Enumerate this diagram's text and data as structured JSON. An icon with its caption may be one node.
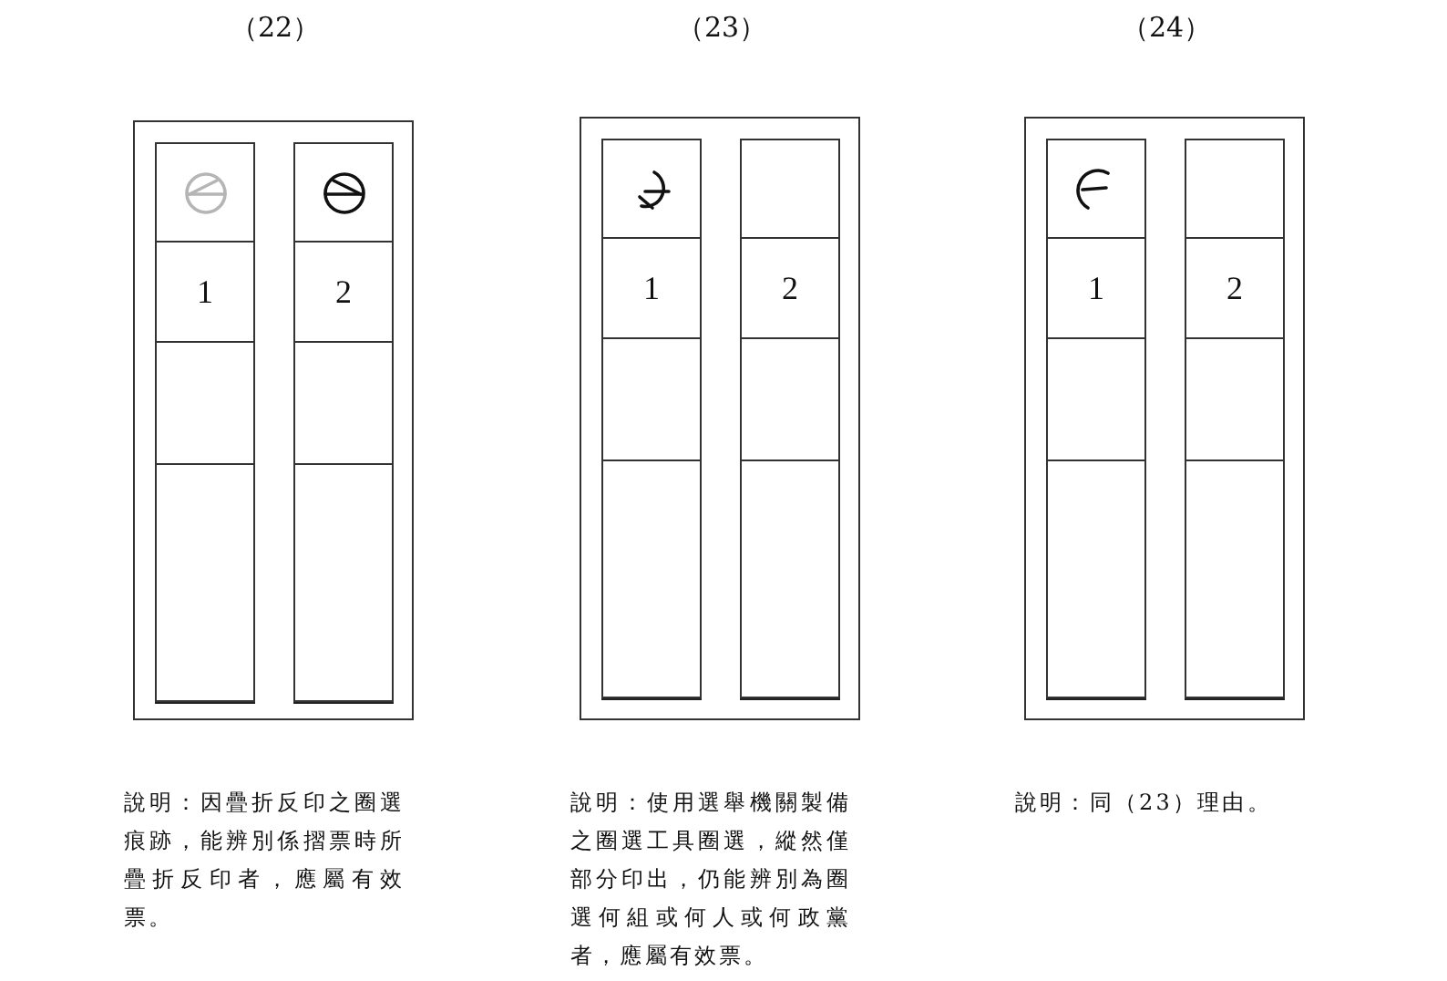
{
  "diagram": {
    "nodes": [
      {
        "text": [
          "（22）"
        ],
        "beside": [
          "說明：因疊折反印之圈選痕跡，能辨別係摺票時所疊折反印者，應屬有效票。"
        ]
      },
      {
        "text": [],
        "shape": "box",
        "in": 0
      },
      {
        "text": [],
        "shape": "box",
        "in": 1
      },
      {
        "text": [],
        "shape": "picture",
        "in": 2
      },
      {
        "text": [
          "1"
        ],
        "in": 1
      },
      {
        "text": [],
        "shape": "box",
        "in": 1
      },
      {
        "text": [],
        "shape": "box",
        "in": 1
      },
      {
        "text": [],
        "shape": "box",
        "in": 0
      },
      {
        "text": [],
        "shape": "box",
        "in": 7
      },
      {
        "text": [],
        "shape": "picture",
        "in": 8
      },
      {
        "text": [
          "2"
        ],
        "in": 7
      },
      {
        "text": [],
        "shape": "box",
        "in": 7
      },
      {
        "text": [],
        "shape": "box",
        "in": 7
      },
      {
        "text": [
          "（23）"
        ],
        "beside": [
          "說明：使用選舉機關製備之圈選工具圈選，縱然僅部分印出，仍能辨別為圈選何組或何人或何政黨者，應屬有效票。"
        ]
      },
      {
        "text": [],
        "shape": "box",
        "in": 13
      },
      {
        "text": [],
        "shape": "box",
        "in": 14
      },
      {
        "text": [],
        "shape": "picture",
        "in": 15
      },
      {
        "text": [
          "1"
        ],
        "in": 14
      },
      {
        "text": [],
        "shape": "box",
        "in": 14
      },
      {
        "text": [],
        "shape": "box",
        "in": 14
      },
      {
        "text": [],
        "shape": "box",
        "in": 13
      },
      {
        "text": [],
        "shape": "box",
        "in": 20
      },
      {
        "text": [
          "2"
        ],
        "in": 20
      },
      {
        "text": [],
        "shape": "box",
        "in": 20
      },
      {
        "text": [],
        "shape": "box",
        "in": 20
      },
      {
        "text": [
          "（24）"
        ],
        "beside": [
          "說明：同（23）理由。"
        ]
      },
      {
        "text": [],
        "shape": "box",
        "in": 25
      },
      {
        "text": [],
        "shape": "box",
        "in": 26
      },
      {
        "text": [],
        "shape": "picture",
        "in": 27
      },
      {
        "text": [
          "1"
        ],
        "in": 26
      },
      {
        "text": [],
        "shape": "box",
        "in": 26
      },
      {
        "text": [],
        "shape": "box",
        "in": 26
      },
      {
        "text": [],
        "shape": "box",
        "in": 25
      },
      {
        "text": [],
        "shape": "box",
        "in": 32
      },
      {
        "text": [
          "2"
        ],
        "in": 32
      },
      {
        "text": [],
        "shape": "box",
        "in": 32
      },
      {
        "text": [],
        "shape": "box",
        "in": 32
      }
    ]
  }
}
